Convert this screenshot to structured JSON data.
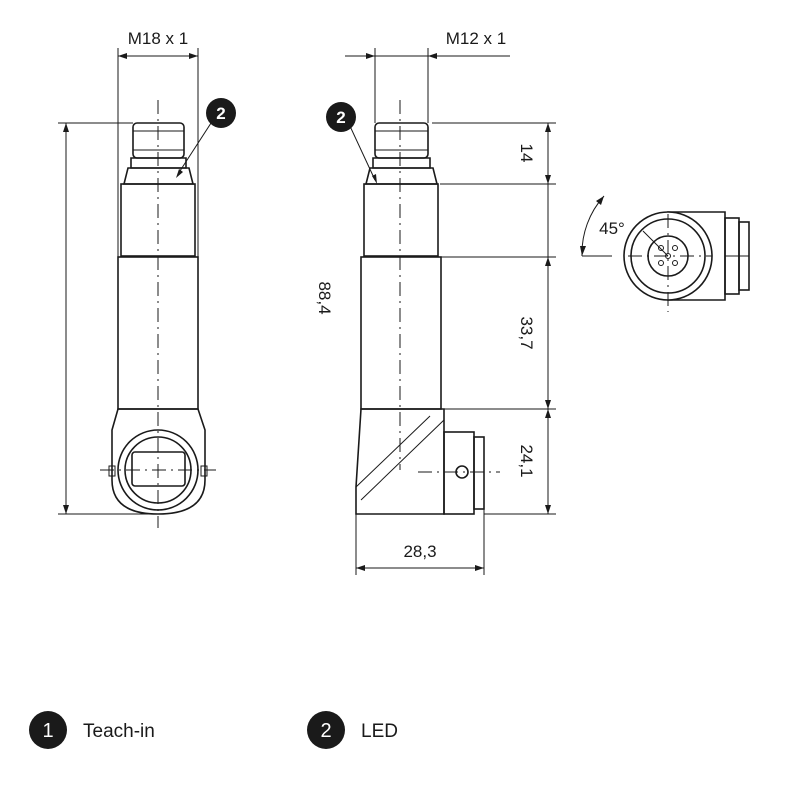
{
  "front_view": {
    "thread_label": "M18 x 1",
    "length_label": "88,4",
    "led_marker": "2"
  },
  "side_view": {
    "thread_label": "M12 x 1",
    "led_marker": "2",
    "connector_length_label": "14",
    "body_length_label": "33,7",
    "head_length_label": "24,1",
    "width_label": "28,3"
  },
  "connector_view": {
    "angle_label": "45°"
  },
  "legend": [
    {
      "number": "1",
      "label": "Teach-in"
    },
    {
      "number": "2",
      "label": "LED"
    }
  ],
  "colors": {
    "line": "#1a1a1a",
    "badge": "#1a1a1a",
    "background": "#ffffff"
  }
}
